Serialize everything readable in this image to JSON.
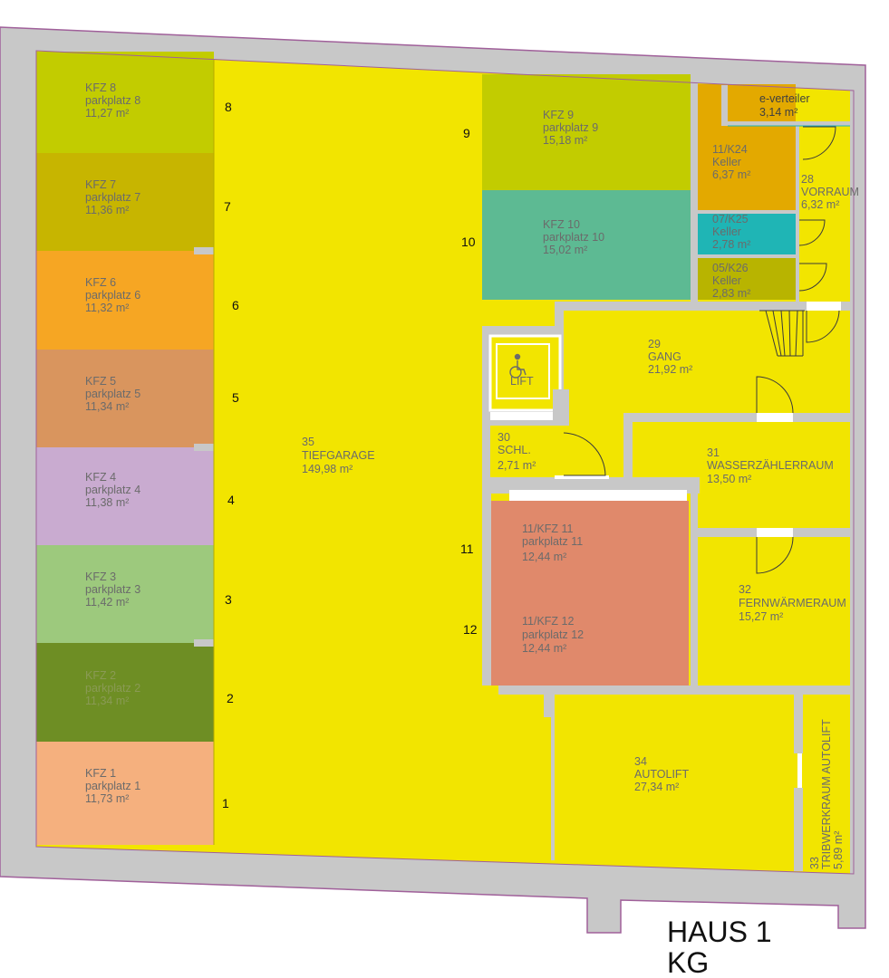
{
  "colors": {
    "wall": "#c8c8c8",
    "outline": "#a0609a",
    "corridor": "#f2e500",
    "kfz8": "#c2cc00",
    "kfz7": "#c7b500",
    "kfz6": "#f6a623",
    "kfz5": "#d9955e",
    "kfz4": "#c9abd0",
    "kfz3": "#9dc97d",
    "kfz2": "#6e8e24",
    "kfz1": "#f5b07e",
    "kfz9": "#c2cc00",
    "kfz10": "#5dba93",
    "kfz11_12": "#e0896b",
    "keller24": "#e3a900",
    "keller25": "#1fb5b5",
    "keller26": "#b8b400"
  },
  "title": {
    "line1": "HAUS 1",
    "line2": "KG"
  },
  "rooms": {
    "kfz8": {
      "l1": "KFZ 8",
      "l2": "parkplatz 8",
      "l3": "11,27 m²"
    },
    "kfz7": {
      "l1": "KFZ 7",
      "l2": "parkplatz 7",
      "l3": "11,36 m²"
    },
    "kfz6": {
      "l1": "KFZ 6",
      "l2": "parkplatz 6",
      "l3": "11,32 m²"
    },
    "kfz5": {
      "l1": "KFZ 5",
      "l2": "parkplatz 5",
      "l3": "11,34 m²"
    },
    "kfz4": {
      "l1": "KFZ 4",
      "l2": "parkplatz 4",
      "l3": "11,38 m²"
    },
    "kfz3": {
      "l1": "KFZ 3",
      "l2": "parkplatz 3",
      "l3": "11,42 m²"
    },
    "kfz2": {
      "l1": "KFZ 2",
      "l2": "parkplatz 2",
      "l3": "11,34 m²"
    },
    "kfz1": {
      "l1": "KFZ 1",
      "l2": "parkplatz 1",
      "l3": "11,73 m²"
    },
    "tiefgarage": {
      "l1": "35",
      "l2": "TIEFGARAGE",
      "l3": "149,98 m²"
    },
    "kfz9": {
      "l1": "KFZ 9",
      "l2": "parkplatz 9",
      "l3": "15,18 m²"
    },
    "kfz10": {
      "l1": "KFZ 10",
      "l2": "parkplatz 10",
      "l3": "15,02 m²"
    },
    "everteiler": {
      "l1": "e-verteiler",
      "l2": "3,14 m²"
    },
    "k24": {
      "l1": "11/K24",
      "l2": "Keller",
      "l3": "6,37 m²"
    },
    "k25": {
      "l1": "07/K25",
      "l2": "Keller",
      "l3": "2,78 m²"
    },
    "k26": {
      "l1": "05/K26",
      "l2": "Keller",
      "l3": "2,83 m²"
    },
    "vorraum": {
      "l1": "28",
      "l2": "VORRAUM",
      "l3": "6,32 m²"
    },
    "gang": {
      "l1": "29",
      "l2": "GANG",
      "l3": "21,92 m²"
    },
    "lift": {
      "l1": "LIFT"
    },
    "schl": {
      "l1": "30",
      "l2": "SCHL.",
      "l3": "2,71 m²"
    },
    "wasser": {
      "l1": "31",
      "l2": "WASSERZÄHLERRAUM",
      "l3": "13,50 m²"
    },
    "kfz11": {
      "l1": "11/KFZ 11",
      "l2": "parkplatz 11",
      "l3": "12,44 m²"
    },
    "kfz12": {
      "l1": "11/KFZ 12",
      "l2": "parkplatz 12",
      "l3": "12,44 m²"
    },
    "fernwaerme": {
      "l1": "32",
      "l2": "FERNWÄRMERAUM",
      "l3": "15,27 m²"
    },
    "autolift": {
      "l1": "34",
      "l2": "AUTOLIFT",
      "l3": "27,34 m²"
    },
    "tribwerk": {
      "l1": "33",
      "l2": "TRIBWERKRAUM AUTOLIFT",
      "l3": "5,89 m²"
    }
  },
  "space_numbers": {
    "n1": "1",
    "n2": "2",
    "n3": "3",
    "n4": "4",
    "n5": "5",
    "n6": "6",
    "n7": "7",
    "n8": "8",
    "n9": "9",
    "n10": "10",
    "n11": "11",
    "n12": "12"
  }
}
